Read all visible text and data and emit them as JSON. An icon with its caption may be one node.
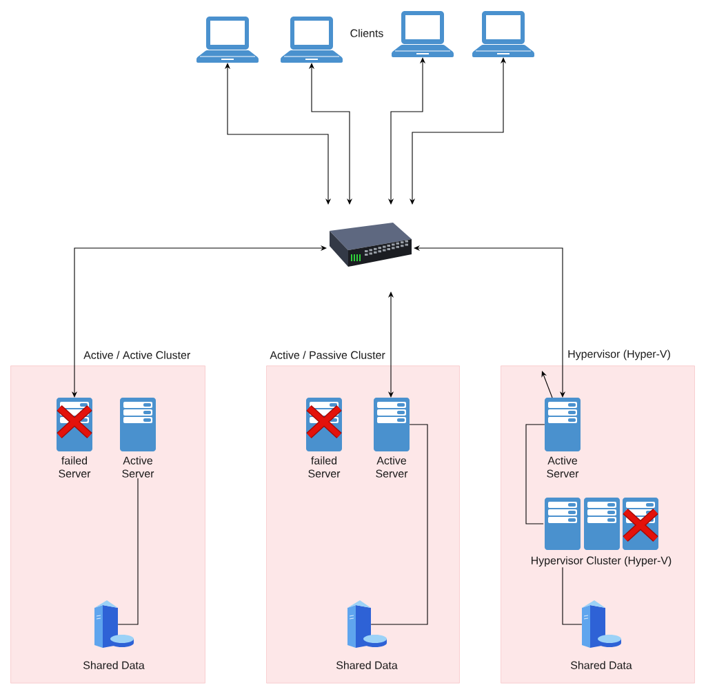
{
  "diagram": {
    "nodes": [
      {
        "text": [],
        "shape": "laptop"
      },
      {
        "text": [],
        "shape": "laptop"
      },
      {
        "text": [],
        "shape": "laptop"
      },
      {
        "text": [],
        "shape": "laptop"
      },
      {
        "text": [],
        "shape": "switch"
      },
      {
        "text": [
          "Active / Active Cluster"
        ]
      },
      {
        "text": [
          "failed Server"
        ],
        "in": 5
      },
      {
        "text": [
          "Active Server"
        ],
        "in": 5
      },
      {
        "text": [
          "Shared Data"
        ],
        "in": 5
      },
      {
        "text": [
          "Active / Passive Cluster"
        ]
      },
      {
        "text": [
          "failed Server"
        ],
        "in": 9
      },
      {
        "text": [
          "Active Server"
        ],
        "in": 9
      },
      {
        "text": [
          "Shared Data"
        ],
        "in": 9
      },
      {
        "text": [
          "Hypervisor (Hyper-V)"
        ]
      },
      {
        "text": [
          "Active Server"
        ],
        "in": 13
      },
      {
        "text": [
          "Hypervisor Cluster (Hyper-V)"
        ],
        "in": 13
      },
      {
        "text": [
          "Shared Data"
        ],
        "in": 13
      }
    ],
    "edges": [
      {
        "from": 0,
        "to": 4,
        "arrow": "both"
      },
      {
        "from": 1,
        "to": 4,
        "arrow": "both"
      },
      {
        "from": 2,
        "to": 4,
        "arrow": "both"
      },
      {
        "from": 3,
        "to": 4,
        "arrow": "both"
      },
      {
        "from": 4,
        "to": 6,
        "arrow": "both"
      },
      {
        "from": 4,
        "to": 11,
        "arrow": "both"
      },
      {
        "from": 4,
        "to": 14,
        "arrow": "both"
      },
      {
        "from": 14,
        "to": null,
        "arrow": "to"
      },
      {
        "from": 7,
        "to": 8,
        "arrow": "none"
      },
      {
        "from": 11,
        "to": 12,
        "arrow": "none"
      },
      {
        "from": 14,
        "to": 15,
        "arrow": "none"
      },
      {
        "from": 15,
        "to": 16,
        "arrow": "none"
      }
    ],
    "labels": [
      "Clients"
    ]
  }
}
